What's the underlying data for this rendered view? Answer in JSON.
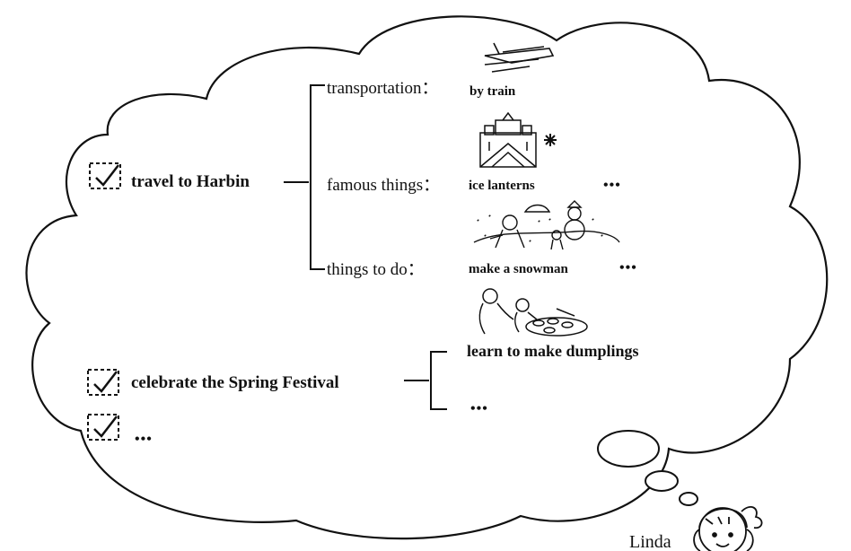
{
  "colors": {
    "ink": "#111111",
    "background": "#ffffff"
  },
  "main_topics": [
    {
      "label": "travel to Harbin"
    },
    {
      "label": "celebrate the Spring Festival"
    },
    {
      "label": "•••"
    }
  ],
  "harbin_branches": [
    {
      "label": "transportation：",
      "value": "by train",
      "more": ""
    },
    {
      "label": "famous things：",
      "value": "ice lanterns",
      "more": "•••"
    },
    {
      "label": "things to do：",
      "value": "make a snowman",
      "more": "•••"
    }
  ],
  "festival_branches": [
    {
      "value": "learn to make dumplings"
    },
    {
      "value": "•••"
    }
  ],
  "speaker": {
    "name": "Linda"
  },
  "icons": [
    "checkbox-icon",
    "train-icon",
    "ice-castle-icon",
    "snowflake-icon",
    "snowman-scene-icon",
    "dumplings-scene-icon",
    "girl-avatar-icon"
  ]
}
